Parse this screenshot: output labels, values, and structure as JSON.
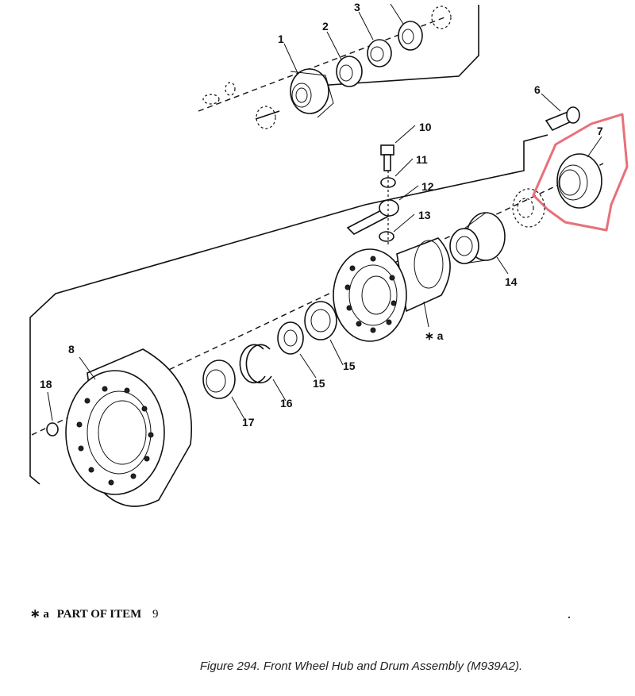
{
  "figure": {
    "caption": "Figure 294.  Front Wheel Hub and Drum Assembly (M939A2).",
    "footnote_symbol": "∗ a",
    "footnote_text": "PART OF ITEM",
    "footnote_item": "9"
  },
  "callouts": [
    "1",
    "2",
    "3",
    "6",
    "7",
    "10",
    "11",
    "12",
    "13",
    "14",
    "∗ a",
    "15",
    "15",
    "16",
    "17",
    "8",
    "18"
  ],
  "highlight_color": "#e8707a"
}
